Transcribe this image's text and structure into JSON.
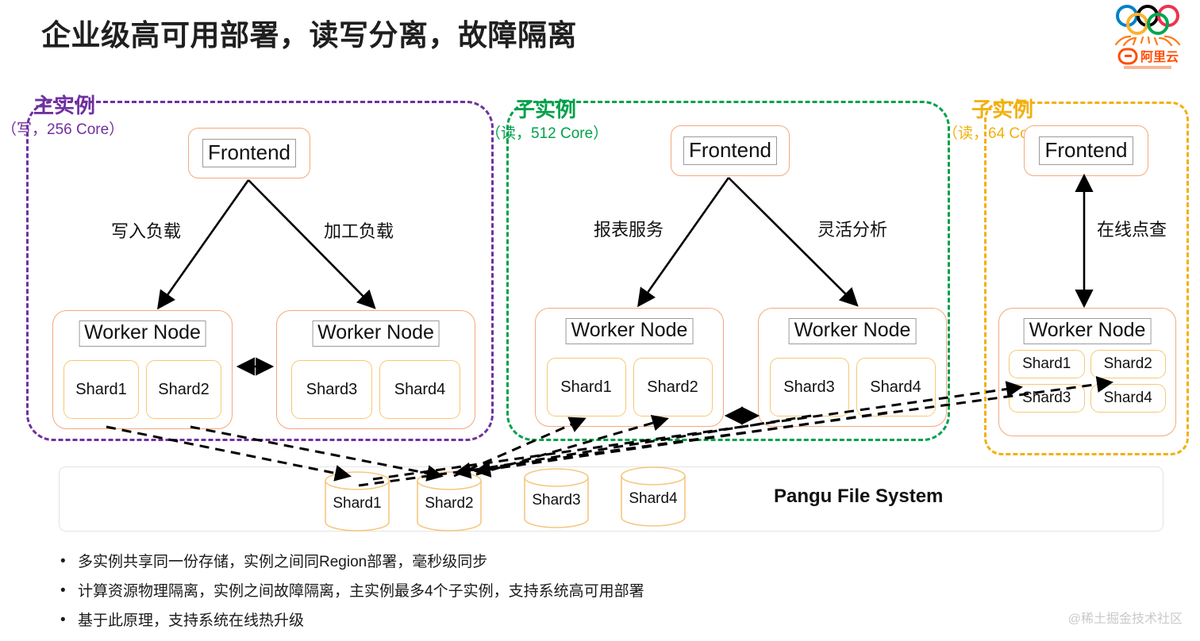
{
  "page": {
    "title": "企业级高可用部署，读写分离，故障隔离",
    "watermark": "@稀土掘金技术社区"
  },
  "logo": {
    "name": "alibaba-cloud-olympic-logo",
    "brand_text": "阿里云",
    "ring_colors": [
      "#0081c8",
      "#000000",
      "#ee334e",
      "#fcb131",
      "#00a651"
    ],
    "accent": "#ff6a00"
  },
  "colors": {
    "primary_instance": "#7030a0",
    "child_instance_1": "#00a14b",
    "child_instance_2": "#f2b010",
    "node_border": "#f4a97d",
    "shard_border": "#f7c873",
    "arrow": "#000000"
  },
  "instances": [
    {
      "id": "primary",
      "title": "主实例",
      "subtitle": "（写，256 Core）",
      "color": "#7030a0",
      "frontend": "Frontend",
      "workloads": [
        "写入负载",
        "加工负载"
      ],
      "workers": [
        {
          "label": "Worker Node",
          "shards": [
            "Shard1",
            "Shard2"
          ]
        },
        {
          "label": "Worker Node",
          "shards": [
            "Shard3",
            "Shard4"
          ]
        }
      ]
    },
    {
      "id": "child-1",
      "title": "子实例",
      "subtitle": "（读，512 Core）",
      "color": "#00a14b",
      "frontend": "Frontend",
      "workloads": [
        "报表服务",
        "灵活分析"
      ],
      "workers": [
        {
          "label": "Worker Node",
          "shards": [
            "Shard1",
            "Shard2"
          ]
        },
        {
          "label": "Worker Node",
          "shards": [
            "Shard3",
            "Shard4"
          ]
        }
      ]
    },
    {
      "id": "child-2",
      "title": "子实例",
      "subtitle": "（读，64 Core）",
      "color": "#f2b010",
      "frontend": "Frontend",
      "workloads": [
        "在线点查"
      ],
      "workers": [
        {
          "label": "Worker Node",
          "shards": [
            "Shard1",
            "Shard2",
            "Shard3",
            "Shard4"
          ]
        }
      ]
    }
  ],
  "storage": {
    "label": "Pangu File System",
    "shards": [
      "Shard1",
      "Shard2",
      "Shard3",
      "Shard4"
    ]
  },
  "bullets": [
    "多实例共享同一份存储，实例之间同Region部署，毫秒级同步",
    "计算资源物理隔离，实例之间故障隔离，主实例最多4个子实例，支持系统高可用部署",
    "基于此原理，支持系统在线热升级"
  ]
}
